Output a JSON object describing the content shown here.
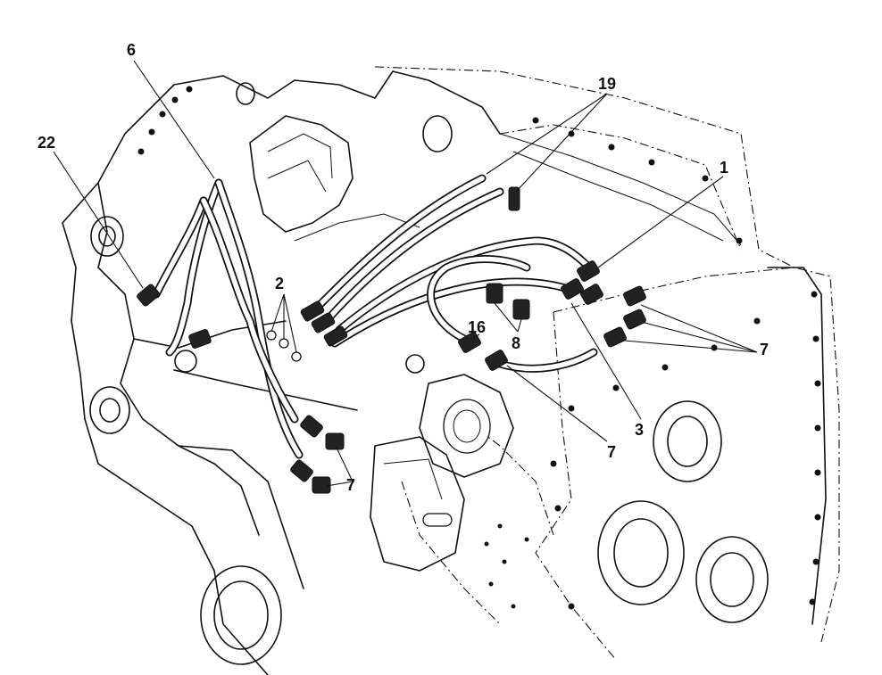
{
  "callouts": {
    "c6": "6",
    "c22": "22",
    "c19": "19",
    "c1": "1",
    "c2": "2",
    "c16": "16",
    "c8": "8",
    "c3": "3",
    "c7a": "7",
    "c7b": "7",
    "c7c": "7"
  },
  "colors": {
    "ink": "#111111",
    "paper": "#ffffff"
  }
}
